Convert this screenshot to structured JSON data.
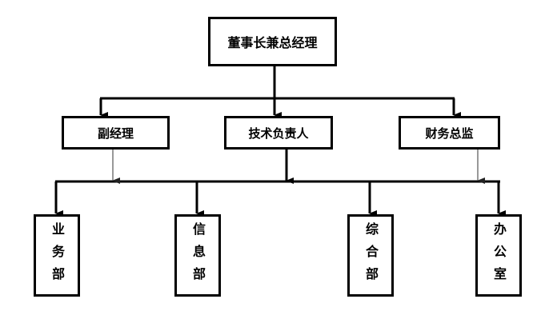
{
  "chart": {
    "top": "董事长兼总经理",
    "middle": [
      "副经理",
      "技术负责人",
      "财务总监"
    ],
    "bottom": [
      "业务部",
      "信息部",
      "综合部",
      "办公室"
    ],
    "line_color": "#000000",
    "thin_line_color": "#555555"
  }
}
